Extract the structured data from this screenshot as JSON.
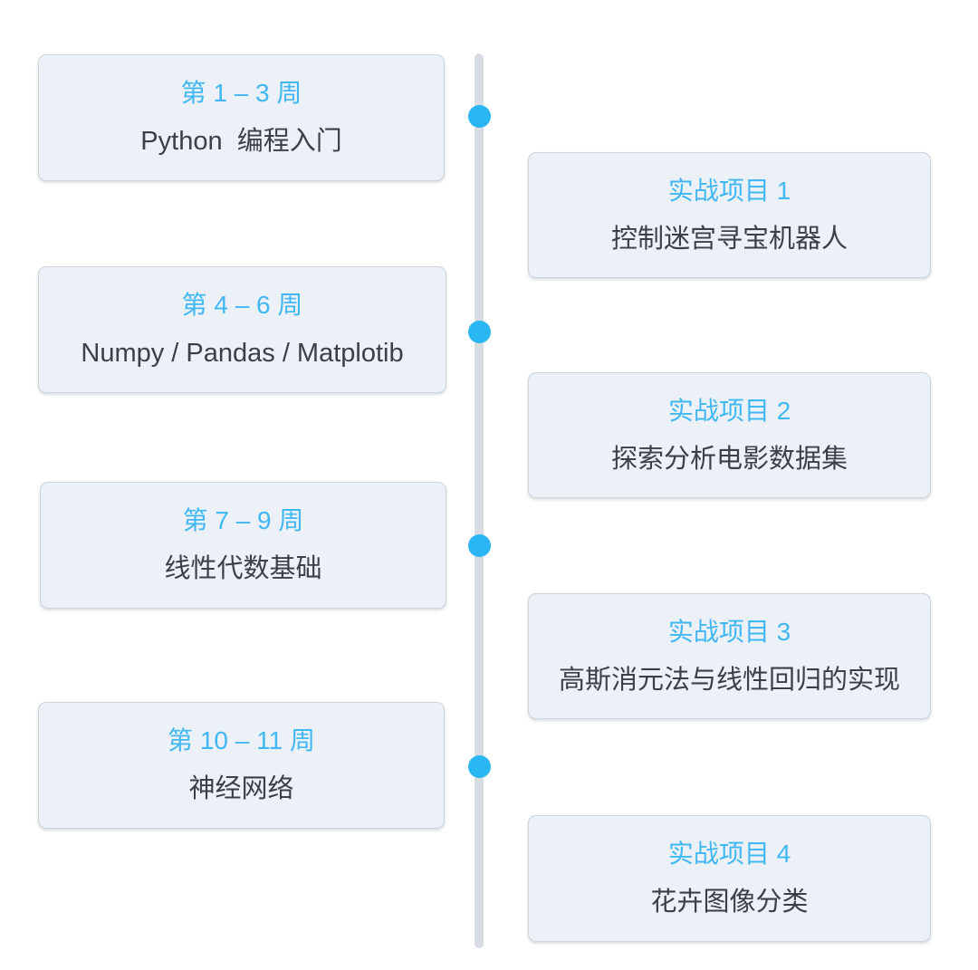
{
  "colors": {
    "heading_blue": "#41b7f3",
    "dot_blue": "#29b6f2",
    "line_gray": "#d8dde3",
    "card_background": "#ebf1f7",
    "card_border": "#ccd3d9",
    "body_text": "#3b4047",
    "page_background": "#ffffff"
  },
  "timeline": {
    "weeks": [
      {
        "period": "第 1 – 3 周",
        "topic": "Python  编程入门"
      },
      {
        "period": "第 4 – 6 周",
        "topic": "Numpy / Pandas / Matplotib"
      },
      {
        "period": "第 7 – 9 周",
        "topic": "线性代数基础"
      },
      {
        "period": "第 10 – 11 周",
        "topic": "神经网络"
      }
    ],
    "projects": [
      {
        "label": "实战项目 1",
        "title": "控制迷宫寻宝机器人"
      },
      {
        "label": "实战项目 2",
        "title": "探索分析电影数据集"
      },
      {
        "label": "实战项目 3",
        "title": "高斯消元法与线性回归的实现"
      },
      {
        "label": "实战项目 4",
        "title": "花卉图像分类"
      }
    ]
  }
}
